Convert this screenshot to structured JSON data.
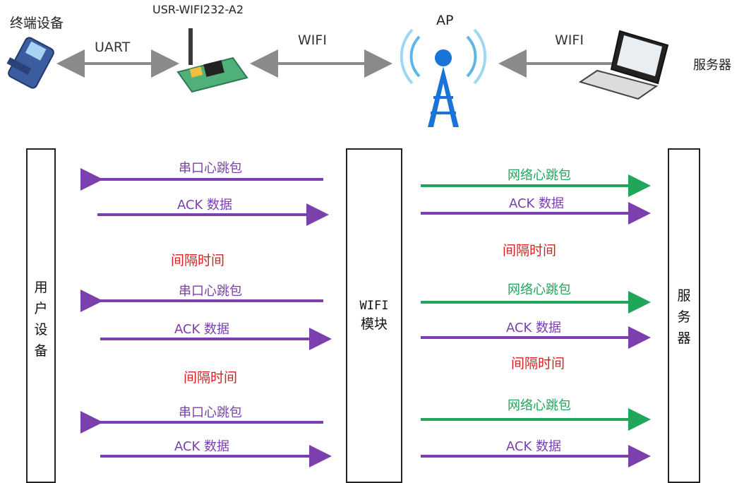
{
  "header": {
    "terminal_label": "终端设备",
    "module_label": "USR-WIFI232-A2",
    "ap_label": "AP",
    "server_label": "服务器",
    "link_uart": "UART",
    "link_wifi_left": "WIFI",
    "link_wifi_right": "WIFI"
  },
  "columns": {
    "user_device": "用户设备",
    "wifi_module_line1": "WIFI",
    "wifi_module_line2": "模块",
    "server": "服务器"
  },
  "left_messages": {
    "serial_heartbeat": "串口心跳包",
    "ack": "ACK 数据",
    "interval": "间隔时间"
  },
  "right_messages": {
    "net_heartbeat": "网络心跳包",
    "ack": "ACK 数据",
    "interval": "间隔时间"
  },
  "colors": {
    "purple": "#7b3fae",
    "green": "#1fa65a",
    "red": "#d42020",
    "gray_arrow": "#8a8a8a",
    "ap_blue": "#1a73d9"
  }
}
